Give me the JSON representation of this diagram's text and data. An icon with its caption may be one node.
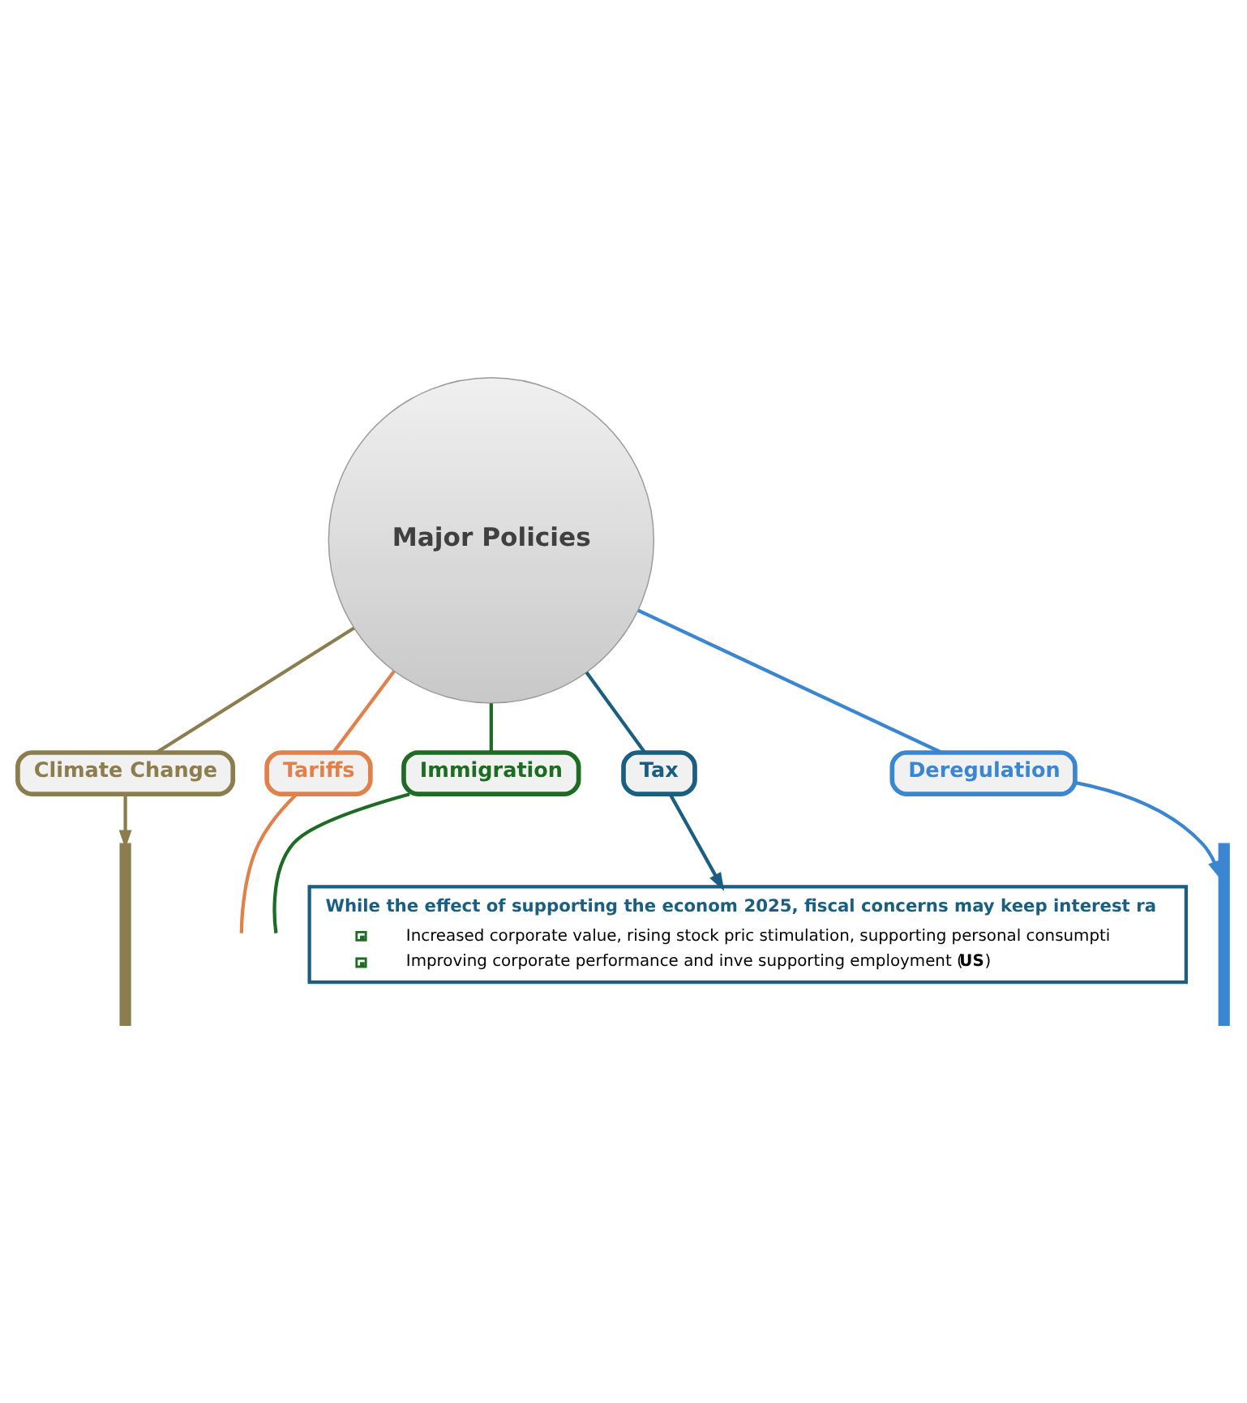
{
  "diagram": {
    "nodes": [
      {
        "text": [
          "Major Policies"
        ]
      },
      {
        "text": [
          "Climate Change"
        ]
      },
      {
        "text": [
          "Tariffs"
        ]
      },
      {
        "text": [
          "Immigration"
        ]
      },
      {
        "text": [
          "Tax"
        ]
      },
      {
        "text": [
          "Deregulation"
        ]
      },
      {
        "text": [],
        "shape": "bar"
      },
      {
        "text": [],
        "shape": "bar"
      },
      {
        "text": [
          "While the effect of supporting the econom 2025, fiscal concerns may keep interest ra",
          "Increased corporate value, rising stock pric stimulation, supporting personal consumpti",
          "Improving corporate performance and inve supporting employment (**US**)"
        ]
      }
    ],
    "edges": [
      {
        "from": 0,
        "to": 1,
        "arrow": "none",
        "color": "#8b7d4e"
      },
      {
        "from": 0,
        "to": 2,
        "arrow": "none",
        "color": "#e0804a"
      },
      {
        "from": 0,
        "to": 3,
        "arrow": "none",
        "color": "#1e6b23"
      },
      {
        "from": 0,
        "to": 4,
        "arrow": "none",
        "color": "#1a5e80"
      },
      {
        "from": 0,
        "to": 5,
        "arrow": "none",
        "color": "#3a86d0"
      },
      {
        "from": 1,
        "to": 6,
        "arrow": "to",
        "color": "#8b7d4e"
      },
      {
        "from": 2,
        "to": null,
        "arrow": "none",
        "color": "#e0804a"
      },
      {
        "from": 3,
        "to": null,
        "arrow": "none",
        "color": "#1e6b23"
      },
      {
        "from": 5,
        "to": 7,
        "arrow": "to",
        "color": "#3a86d0"
      },
      {
        "from": 4,
        "to": 8,
        "arrow": "to",
        "color": "#1a5e80"
      }
    ]
  }
}
